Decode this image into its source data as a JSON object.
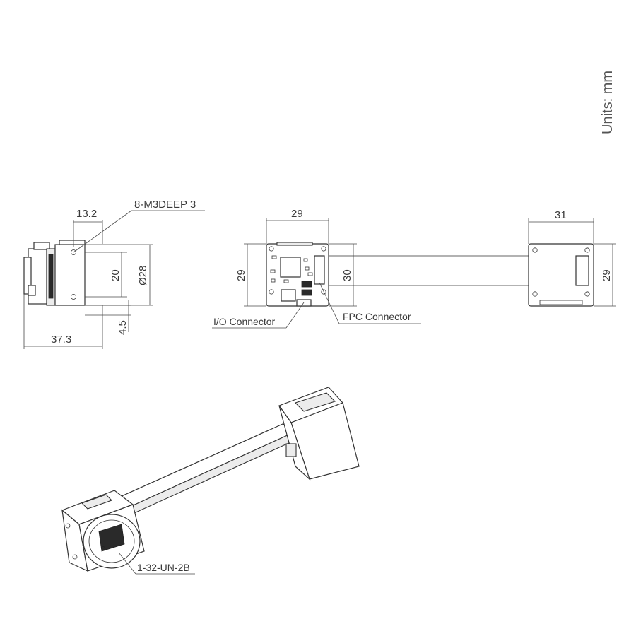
{
  "units_label": "Units: mm",
  "side_view": {
    "dim_width_top": "13.2",
    "hole_callout": "8-M3DEEP 3",
    "dim_hole_spacing": "20",
    "dim_diameter": "Ø28",
    "dim_offset": "4.5",
    "dim_length": "37.3"
  },
  "board_view": {
    "dim_width": "29",
    "dim_height": "29",
    "dim_fpc_height": "30",
    "io_connector_label": "I/O Connector",
    "fpc_connector_label": "FPC Connector"
  },
  "remote_view": {
    "dim_width": "31",
    "dim_height": "29"
  },
  "iso_view": {
    "thread_callout": "1-32-UN-2B"
  }
}
